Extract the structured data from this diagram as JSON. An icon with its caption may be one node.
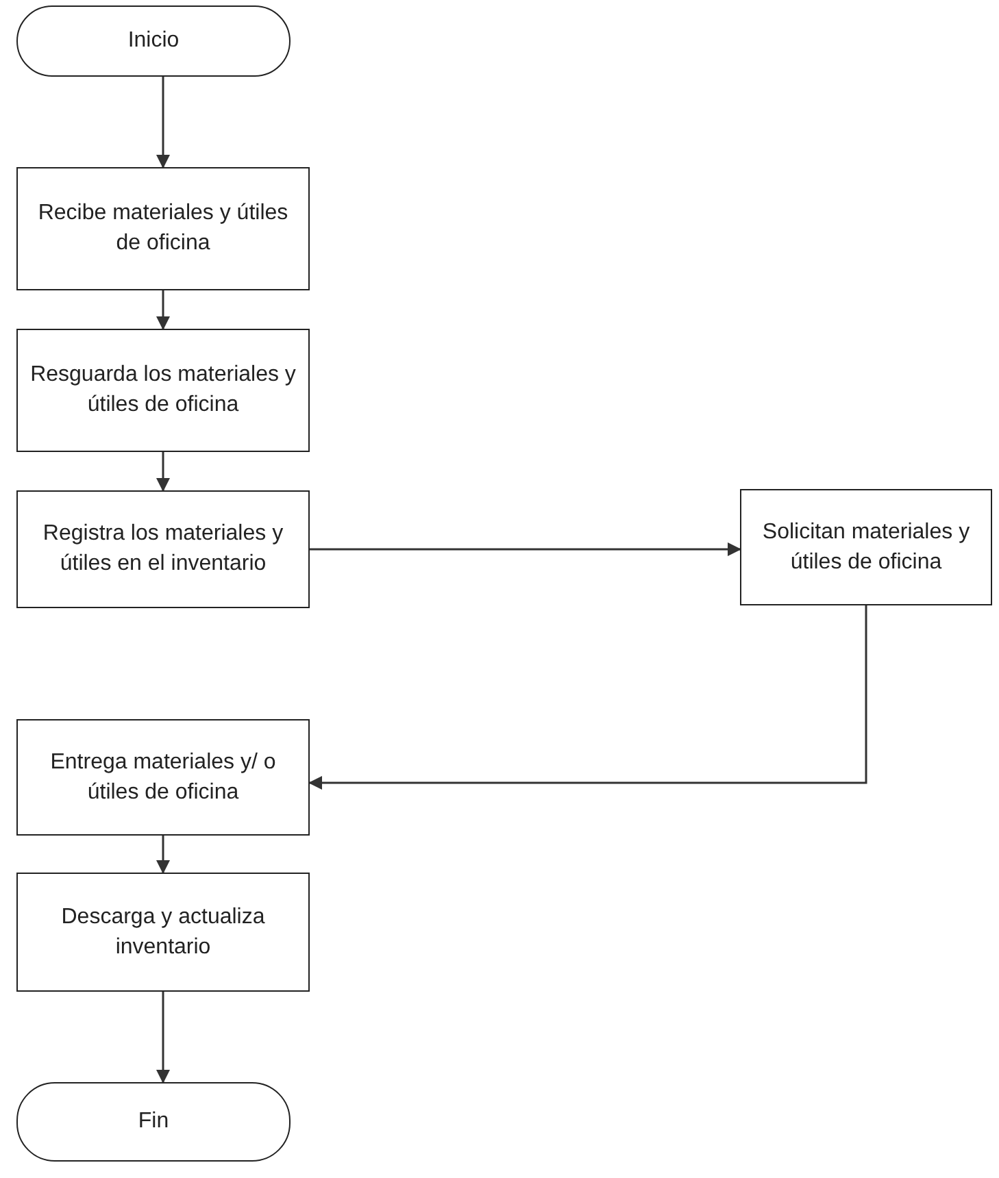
{
  "diagram": {
    "nodes": [
      {
        "text": [
          "Inicio"
        ]
      },
      {
        "text": [
          "Recibe materiales y útiles de oficina"
        ]
      },
      {
        "text": [
          "Resguarda los materiales y útiles de oficina"
        ]
      },
      {
        "text": [
          "Registra los materiales y útiles en el inventario"
        ]
      },
      {
        "text": [
          "Solicitan materiales y útiles de oficina"
        ]
      },
      {
        "text": [
          "Entrega materiales y/ o útiles de oficina"
        ]
      },
      {
        "text": [
          "Descarga y actualiza inventario"
        ]
      },
      {
        "text": [
          "Fin"
        ]
      }
    ],
    "edges": [
      {
        "from": 0,
        "to": 1,
        "arrow": "to"
      },
      {
        "from": 1,
        "to": 2,
        "arrow": "to"
      },
      {
        "from": 2,
        "to": 3,
        "arrow": "to"
      },
      {
        "from": 3,
        "to": 4,
        "arrow": "to"
      },
      {
        "from": 4,
        "to": 5,
        "arrow": "to"
      },
      {
        "from": 5,
        "to": 6,
        "arrow": "to"
      },
      {
        "from": 6,
        "to": 7,
        "arrow": "to"
      }
    ]
  }
}
